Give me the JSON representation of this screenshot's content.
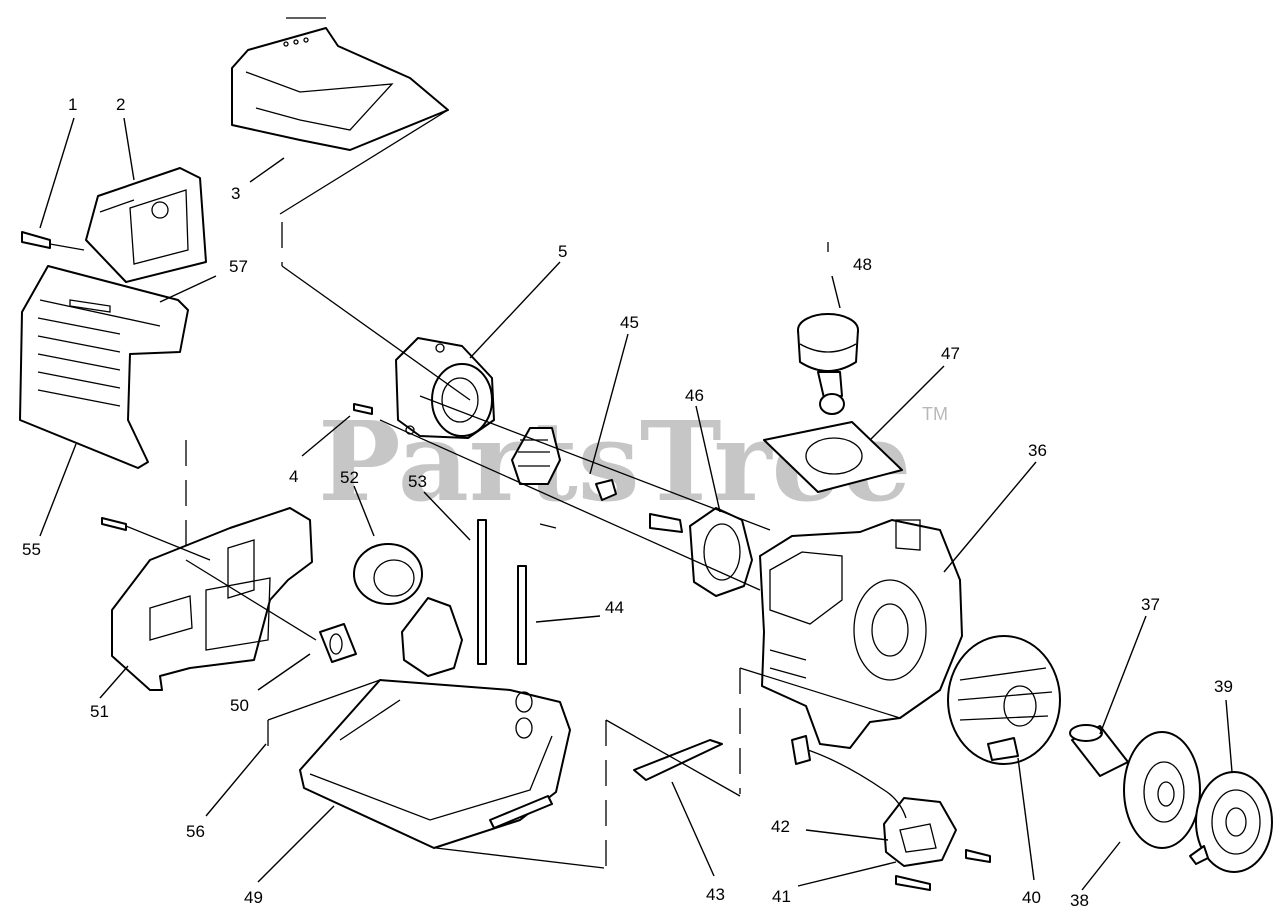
{
  "watermark": {
    "text": "PartsTree",
    "trademark": "TM"
  },
  "callouts": [
    {
      "num": "1",
      "name": "callout-1"
    },
    {
      "num": "2",
      "name": "callout-2"
    },
    {
      "num": "3",
      "name": "callout-3"
    },
    {
      "num": "5",
      "name": "callout-5"
    },
    {
      "num": "57",
      "name": "callout-57"
    },
    {
      "num": "48",
      "name": "callout-48"
    },
    {
      "num": "45",
      "name": "callout-45"
    },
    {
      "num": "47",
      "name": "callout-47"
    },
    {
      "num": "46",
      "name": "callout-46"
    },
    {
      "num": "36",
      "name": "callout-36"
    },
    {
      "num": "4",
      "name": "callout-4"
    },
    {
      "num": "52",
      "name": "callout-52"
    },
    {
      "num": "53",
      "name": "callout-53"
    },
    {
      "num": "55",
      "name": "callout-55"
    },
    {
      "num": "44",
      "name": "callout-44"
    },
    {
      "num": "37",
      "name": "callout-37"
    },
    {
      "num": "39",
      "name": "callout-39"
    },
    {
      "num": "51",
      "name": "callout-51"
    },
    {
      "num": "50",
      "name": "callout-50"
    },
    {
      "num": "42",
      "name": "callout-42"
    },
    {
      "num": "56",
      "name": "callout-56"
    },
    {
      "num": "49",
      "name": "callout-49"
    },
    {
      "num": "43",
      "name": "callout-43"
    },
    {
      "num": "41",
      "name": "callout-41"
    },
    {
      "num": "40",
      "name": "callout-40"
    },
    {
      "num": "38",
      "name": "callout-38"
    }
  ]
}
